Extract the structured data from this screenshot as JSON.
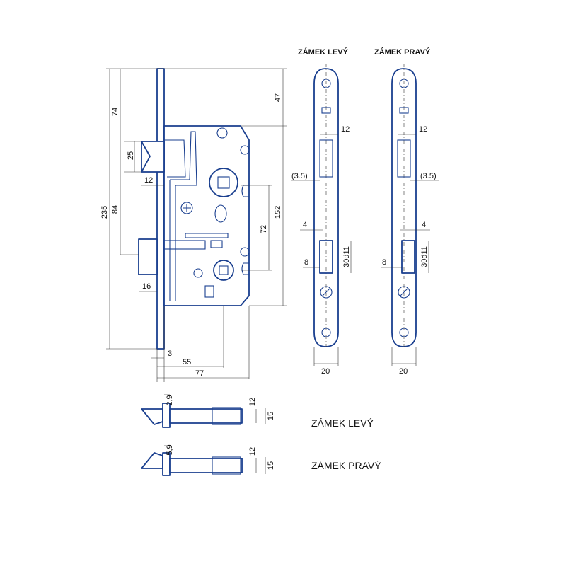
{
  "labels": {
    "plate_left_title": "ZÁMEK LEVÝ",
    "plate_right_title": "ZÁMEK PRAVÝ",
    "bolt_left_label": "ZÁMEK LEVÝ",
    "bolt_right_label": "ZÁMEK PRAVÝ"
  },
  "dimensions": {
    "total_height": "235",
    "top_to_latch": "74",
    "latch_height": "25",
    "latch_to_bolt": "84",
    "backset_offset": "12",
    "bolt_projection": "16",
    "plate_to_center": "47",
    "case_height": "152",
    "center_distance": "72",
    "faceplate_thickness": "3",
    "backset": "55",
    "case_depth": "77"
  },
  "plate_dimensions": {
    "left": {
      "latch_width": "12",
      "offset": "(3.5)",
      "bolt_offset": "4",
      "bolt_depth": "8",
      "bolt_size": "30d11",
      "width": "20"
    },
    "right": {
      "latch_width": "12",
      "offset": "(3.5)",
      "bolt_offset": "4",
      "bolt_depth": "8",
      "bolt_size": "30d11",
      "width": "20"
    }
  },
  "bolt_dimensions": {
    "left": {
      "tip": "2,9",
      "height_inner": "12",
      "height_outer": "15"
    },
    "right": {
      "tip": "5,9",
      "height_inner": "12",
      "height_outer": "15"
    }
  },
  "colors": {
    "line": "#1a3f8f",
    "dimension": "#333333"
  }
}
